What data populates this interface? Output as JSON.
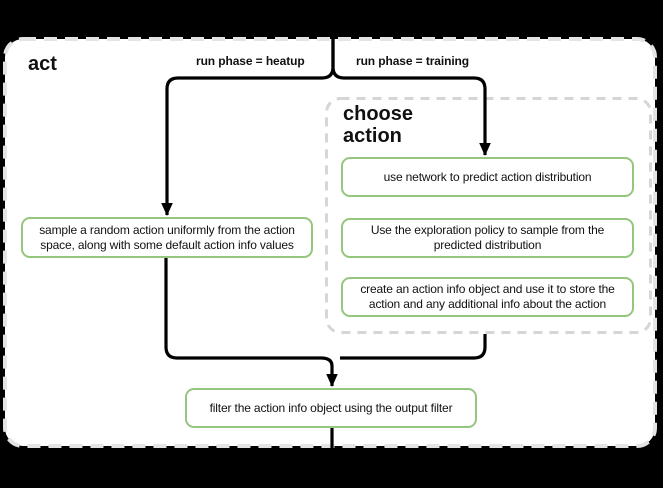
{
  "theme": {
    "canvas_bg": "#000000",
    "node_fill": "#ffffff",
    "accent_green": "#94c77c",
    "container_dash": "#e4e4e4",
    "subprocess_dash": "#d6d6d6",
    "arrow": "#000000",
    "text": "#111111"
  },
  "act": {
    "title": "act",
    "branches": {
      "heatup": {
        "label": "run phase = heatup"
      },
      "training": {
        "label": "run phase = training"
      }
    },
    "choose_action": {
      "title": "choose action",
      "steps": [
        "use network to predict action distribution",
        "Use the exploration policy to sample from the predicted distribution",
        "create an action info object and use it to store the action and any additional info about the action"
      ]
    },
    "nodes": {
      "sample_random_action": "sample a random action uniformly from the action space, along with some default action info values",
      "filter_action_info": "filter the action info object using the output filter"
    }
  }
}
